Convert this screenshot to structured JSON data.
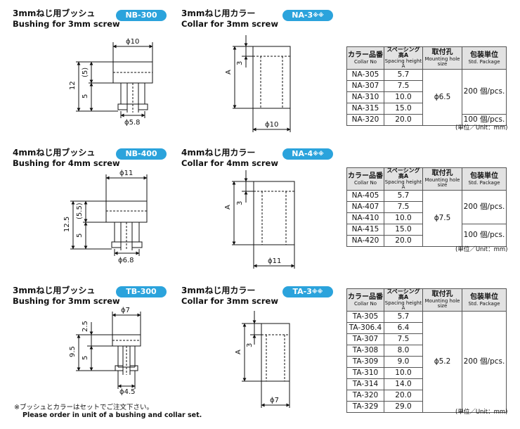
{
  "sections": [
    {
      "bushing": {
        "title_jp": "3mmねじ用ブッシュ",
        "title_en": "Bushing for 3mm screw",
        "badge": "NB-300",
        "dims": {
          "phi_top": "ϕ10",
          "h_total": "12",
          "h_head": "(5)",
          "h_shank": "5",
          "phi_bottom": "ϕ5.8"
        }
      },
      "collar": {
        "title_jp": "3mmねじ用カラー",
        "title_en": "Collar for 3mm screw",
        "badge": "NA-3",
        "badge_suffix": "※※",
        "dims": {
          "a": "A",
          "three": "3",
          "phi": "ϕ10"
        }
      },
      "table": {
        "headers": {
          "c1_jp": "カラー品番",
          "c1_en": "Collar No",
          "c2_jp": "スペーシング高A",
          "c2_en": "Spacing height A",
          "c3_jp": "取付孔",
          "c3_en": "Mounting hole size",
          "c4_jp": "包装単位",
          "c4_en": "Std. Package"
        },
        "rows": [
          {
            "no": "NA-305",
            "a": "5.7"
          },
          {
            "no": "NA-307",
            "a": "7.5"
          },
          {
            "no": "NA-310",
            "a": "10.0"
          },
          {
            "no": "NA-315",
            "a": "15.0"
          },
          {
            "no": "NA-320",
            "a": "20.0"
          }
        ],
        "hole": "ϕ6.5",
        "pkg": [
          "200 個/pcs.",
          "100 個/pcs."
        ],
        "unit": "(単位／Unit：mm)"
      }
    },
    {
      "bushing": {
        "title_jp": "4mmねじ用ブッシュ",
        "title_en": "Bushing for 4mm screw",
        "badge": "NB-400",
        "dims": {
          "phi_top": "ϕ11",
          "h_total": "12.5",
          "h_head": "(5.5)",
          "h_shank": "5",
          "phi_bottom": "ϕ6.8"
        }
      },
      "collar": {
        "title_jp": "4mmねじ用カラー",
        "title_en": "Collar for 4mm screw",
        "badge": "NA-4",
        "badge_suffix": "※※",
        "dims": {
          "a": "A",
          "three": "3",
          "phi": "ϕ11"
        }
      },
      "table": {
        "headers": {
          "c1_jp": "カラー品番",
          "c1_en": "Collar No",
          "c2_jp": "スペーシング高A",
          "c2_en": "Spacing height A",
          "c3_jp": "取付孔",
          "c3_en": "Mounting hole size",
          "c4_jp": "包装単位",
          "c4_en": "Std. Package"
        },
        "rows": [
          {
            "no": "NA-405",
            "a": "5.7"
          },
          {
            "no": "NA-407",
            "a": "7.5"
          },
          {
            "no": "NA-410",
            "a": "10.0"
          },
          {
            "no": "NA-415",
            "a": "15.0"
          },
          {
            "no": "NA-420",
            "a": "20.0"
          }
        ],
        "hole": "ϕ7.5",
        "pkg": [
          "200 個/pcs.",
          "100 個/pcs."
        ],
        "unit": "(単位／Unit：mm)"
      }
    },
    {
      "bushing": {
        "title_jp": "3mmねじ用ブッシュ",
        "title_en": "Bushing for 3mm screw",
        "badge": "TB-300",
        "dims": {
          "phi_top": "ϕ7",
          "h_total": "9.5",
          "h_head": "2.5",
          "h_shank": "5",
          "phi_bottom": "ϕ4.5"
        }
      },
      "collar": {
        "title_jp": "3mmねじ用カラー",
        "title_en": "Collar for 3mm screw",
        "badge": "TA-3",
        "badge_suffix": "※※",
        "dims": {
          "a": "A",
          "three": "3",
          "phi": "ϕ7"
        }
      },
      "table": {
        "headers": {
          "c1_jp": "カラー品番",
          "c1_en": "Collar No",
          "c2_jp": "スペーシング高A",
          "c2_en": "Spacing height A",
          "c3_jp": "取付孔",
          "c3_en": "Mounting hole size",
          "c4_jp": "包装単位",
          "c4_en": "Std. Package"
        },
        "rows": [
          {
            "no": "TA-305",
            "a": "5.7"
          },
          {
            "no": "TA-306.4",
            "a": "6.4"
          },
          {
            "no": "TA-307",
            "a": "7.5"
          },
          {
            "no": "TA-308",
            "a": "8.0"
          },
          {
            "no": "TA-309",
            "a": "9.0"
          },
          {
            "no": "TA-310",
            "a": "10.0"
          },
          {
            "no": "TA-314",
            "a": "14.0"
          },
          {
            "no": "TA-320",
            "a": "20.0"
          },
          {
            "no": "TA-329",
            "a": "29.0"
          }
        ],
        "hole": "ϕ5.2",
        "pkg": [
          "200 個/pcs."
        ],
        "unit": "(単位／Unit：mm)"
      }
    }
  ],
  "footer": {
    "note_jp": "※ブッシュとカラーはセットでご注文下さい。",
    "note_en": "Please order in unit of a bushing and collar set."
  },
  "colors": {
    "badge": "#2ba3dc",
    "table_header": "#e2e2e2"
  }
}
